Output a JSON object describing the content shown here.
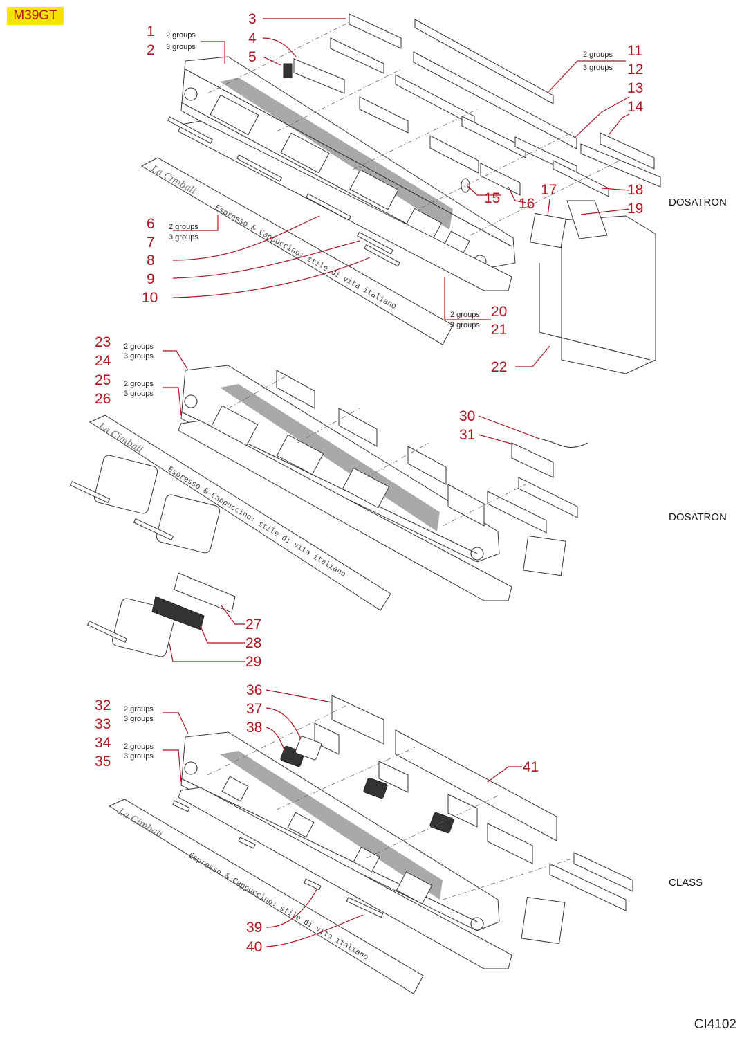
{
  "header": {
    "model": "M39GT"
  },
  "footer": {
    "code": "CI4102"
  },
  "brand": {
    "logo_text": "La Cimbali"
  },
  "slogan": "Espresso & Cappuccino: stile di vita italiano",
  "sections": [
    {
      "label": "DOSATRON"
    },
    {
      "label": "DOSATRON"
    },
    {
      "label": "CLASS"
    }
  ],
  "variants": {
    "two": "2 groups",
    "three": "3 groups"
  },
  "callouts": [
    "1",
    "2",
    "3",
    "4",
    "5",
    "6",
    "7",
    "8",
    "9",
    "10",
    "11",
    "12",
    "13",
    "14",
    "15",
    "16",
    "17",
    "18",
    "19",
    "20",
    "21",
    "22",
    "23",
    "24",
    "25",
    "26",
    "27",
    "28",
    "29",
    "30",
    "31",
    "32",
    "33",
    "34",
    "35",
    "36",
    "37",
    "38",
    "39",
    "40",
    "41"
  ]
}
